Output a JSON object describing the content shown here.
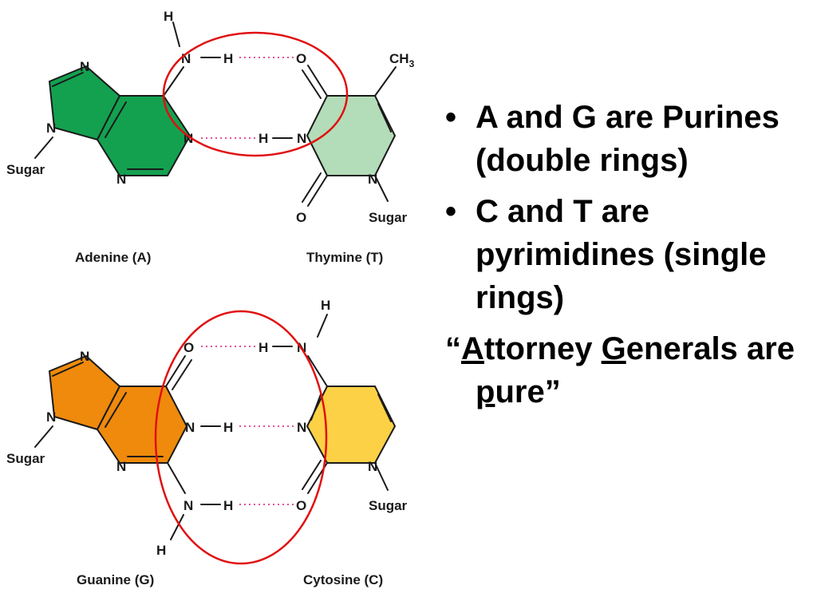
{
  "pair_at": {
    "purine_caption": "Adenine (A)",
    "pyrimidine_caption": "Thymine (T)",
    "atoms": {
      "h_top": "H",
      "n_amine": "N",
      "h_amine": "H",
      "o_t": "O",
      "ch3": "CH",
      "ch3_sub": "3",
      "n_a1": "N",
      "h_t": "H",
      "n_t3": "N",
      "n_a7": "N",
      "n_a9": "N",
      "n_a3": "N",
      "n_t1": "N",
      "o_t2": "O",
      "sugar_a": "Sugar",
      "sugar_t": "Sugar"
    }
  },
  "pair_gc": {
    "purine_caption": "Guanine (G)",
    "pyrimidine_caption": "Cytosine (C)",
    "atoms": {
      "h_top": "H",
      "o_g": "O",
      "h_c": "H",
      "n_c": "N",
      "n_g1": "N",
      "h_g1": "H",
      "n_c3": "N",
      "n_g7": "N",
      "n_g9": "N",
      "n_g3": "N",
      "n_c1": "N",
      "n_g2": "N",
      "h_g2": "H",
      "o_c": "O",
      "h_bottom": "H",
      "sugar_g": "Sugar",
      "sugar_c": "Sugar"
    }
  },
  "colors": {
    "adenine": "#13a150",
    "thymine": "#b3dcb8",
    "guanine": "#ef8a0c",
    "cytosine": "#fdd145",
    "highlight": "#e01010",
    "hydrogen_bond": "#e0529a"
  },
  "bullets": [
    "A and G are Purines (double rings)",
    "C and T are pyrimidines (single rings)"
  ],
  "bullet_symbol": "•",
  "mnemonic": {
    "open_quote": "“",
    "a_letter": "A",
    "a_rest": "ttorney ",
    "g_letter": "G",
    "g_rest": "enerals are ",
    "p_letter": "p",
    "p_rest": "ure",
    "close_quote": "”"
  }
}
